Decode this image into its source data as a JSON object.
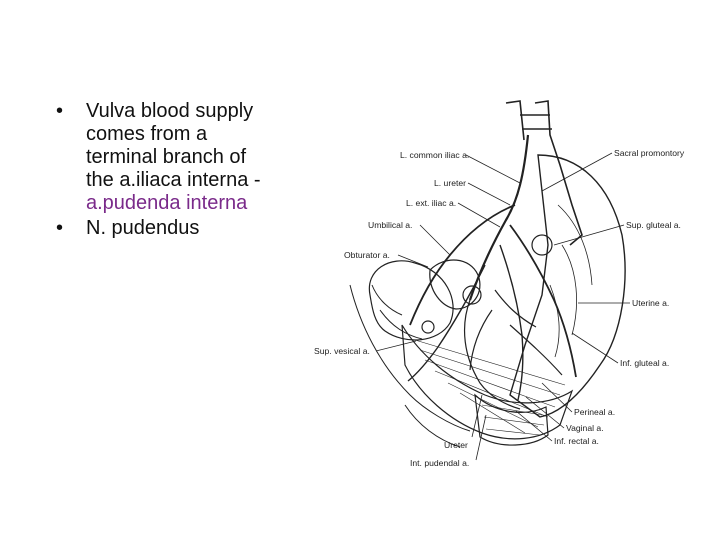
{
  "slide": {
    "bullets": [
      {
        "line1": "Vulva blood supply",
        "line2": "comes from a",
        "line3": "terminal branch of",
        "line4": "the a.iliaca interna -",
        "highlight": "a.pudenda interna"
      },
      {
        "line1": "N. pudendus"
      }
    ],
    "bullet_glyph": "•",
    "highlight_color": "#7a2a8a"
  },
  "figure": {
    "labels_left": [
      "L. common iliac a.",
      "L. ureter",
      "L. ext. iliac a.",
      "Umbilical a.",
      "Obturator a.",
      "Sup. vesical a.",
      "Ureter",
      "Int. pudendal a."
    ],
    "labels_right": [
      "Sacral promontory",
      "Sup. gluteal a.",
      "Uterine a.",
      "Inf. gluteal a.",
      "Perineal a.",
      "Vaginal a.",
      "Inf. rectal a."
    ]
  }
}
